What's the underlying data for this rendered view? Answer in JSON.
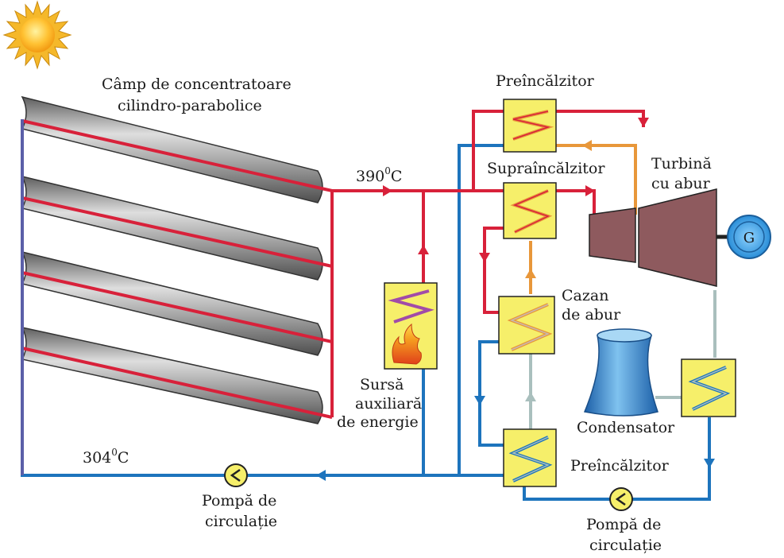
{
  "labels": {
    "field_line1": "Câmp de concentratoare",
    "field_line2": "cilindro-parabolice",
    "temp_hot_value": "390",
    "temp_hot_sup": "0",
    "temp_hot_unit": "C",
    "temp_cold_value": "304",
    "temp_cold_sup": "0",
    "temp_cold_unit": "C",
    "preheater_top": "Preîncălzitor",
    "superheater": "Supraîncălzitor",
    "turbine_line1": "Turbină",
    "turbine_line2": "cu abur",
    "generator": "G",
    "boiler_line1": "Cazan",
    "boiler_line2": "de abur",
    "aux_line1": "Sursă",
    "aux_line2": "auxiliară",
    "aux_line3": "de energie",
    "condenser": "Condensator",
    "preheater_bottom": "Preîncălzitor",
    "pump_left_line1": "Pompă de",
    "pump_left_line2": "circulație",
    "pump_right_line1": "Pompă de",
    "pump_right_line2": "circulație"
  },
  "colors": {
    "hot_oil": "#d8213a",
    "cold_oil": "#1d74bd",
    "steam": "#e8973a",
    "condensate": "#a9bfbd",
    "hx_fill": "#f6ef6a",
    "turbine": "#8e5a5e",
    "generator": "#3aa3e0",
    "cooling_tower": "#2f86cf",
    "collector": "#8d8d8d"
  }
}
